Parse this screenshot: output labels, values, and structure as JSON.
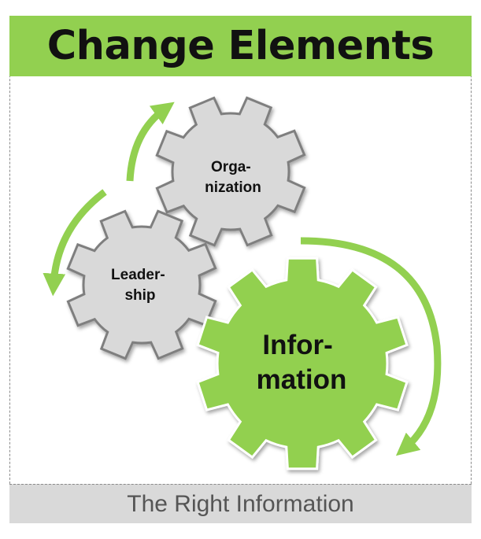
{
  "title": "Change Elements",
  "footer": "The Right Information",
  "colors": {
    "accent": "#92d050",
    "gear_gray": "#d9d9d9",
    "gear_stroke": "#7f7f7f",
    "footer_bg": "#d9d9d9"
  },
  "gears": [
    {
      "name": "organization",
      "label_lines": [
        "Orga-",
        "nization"
      ]
    },
    {
      "name": "leadership",
      "label_lines": [
        "Leader-",
        "ship"
      ]
    },
    {
      "name": "information",
      "label_lines": [
        "Infor-",
        "mation"
      ]
    }
  ]
}
